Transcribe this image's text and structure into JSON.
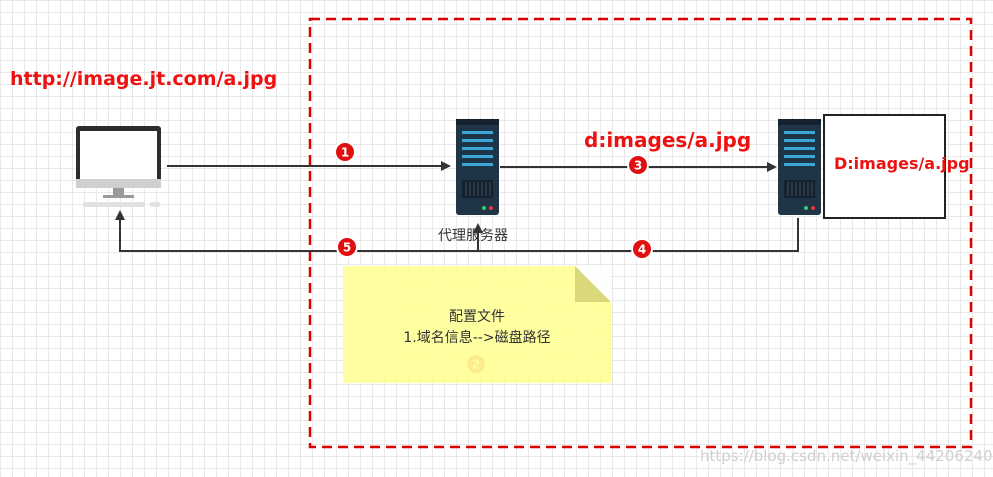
{
  "labels": {
    "url": "http://image.jt.com/a.jpg",
    "mid_path": "d:images/a.jpg",
    "disk_path": "D:images/a.jpg",
    "proxy_server": "代理服务器",
    "watermark": "https://blog.csdn.net/weixin_44206240"
  },
  "note": {
    "title": "配置文件",
    "line": "1.域名信息-->磁盘路径"
  },
  "badges": {
    "b1": "1",
    "b2": "2",
    "b3": "3",
    "b4": "4",
    "b5": "5"
  },
  "colors": {
    "accent_red": "#ee1111",
    "boundary": "#dd0000",
    "note_bg": "#ffff99",
    "server_body": "#1f3446",
    "server_stripe": "#3aa7d8"
  }
}
